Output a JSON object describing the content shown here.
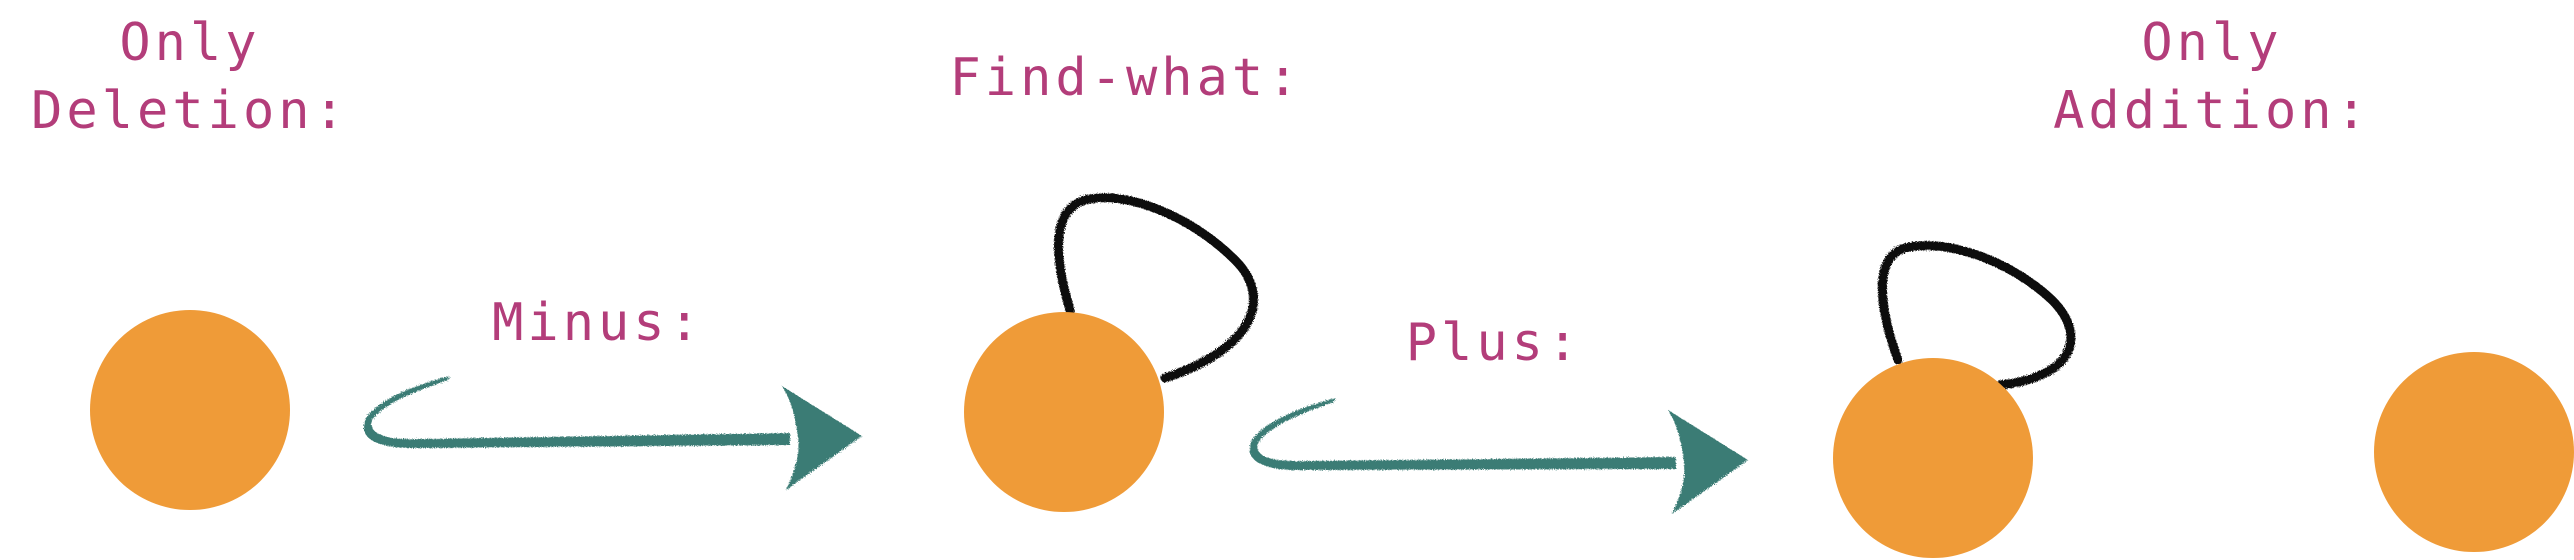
{
  "colors": {
    "label_text": "#b33d7a",
    "node_fill": "#ef9b38",
    "edge_stroke": "#111111",
    "arrow_fill": "#3a7b74",
    "background": "#ffffff"
  },
  "labels": {
    "only_deletion": [
      "Only",
      "Deletion:"
    ],
    "find_what": "Find-what:",
    "only_addition": [
      "Only",
      "Addition:"
    ],
    "minus": "Minus:",
    "plus": "Plus:"
  },
  "icons": {
    "node": "orange-circle",
    "self_loop": "self-loop-edge",
    "arrow": "hand-drawn-right-arrow"
  }
}
